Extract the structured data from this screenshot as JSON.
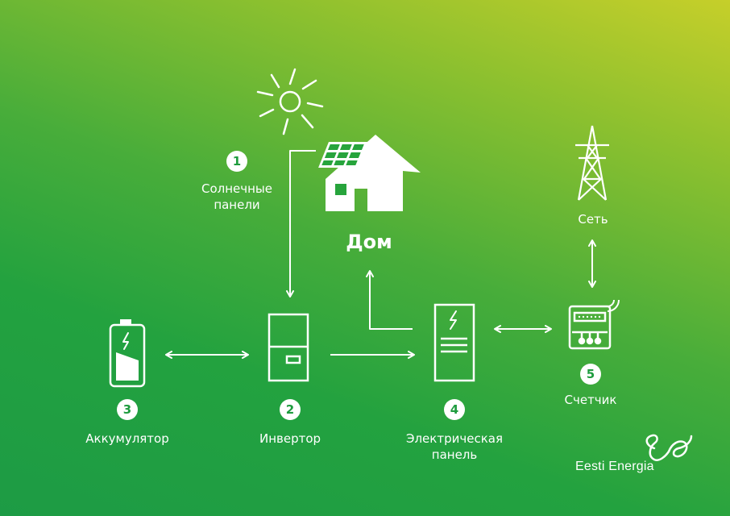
{
  "home_label": "Дом",
  "nodes": [
    {
      "number": "1",
      "label": "Солнечные панели"
    },
    {
      "number": "2",
      "label": "Инвертор"
    },
    {
      "number": "3",
      "label": "Аккумулятор"
    },
    {
      "number": "4",
      "label": "Электрическая панель"
    },
    {
      "number": "5",
      "label": "Счетчик"
    }
  ],
  "grid_label": "Сеть",
  "brand": "Eesti Energia",
  "icons": [
    "sun-icon",
    "house-solar-icon",
    "battery-icon",
    "inverter-icon",
    "electrical-panel-icon",
    "meter-icon",
    "power-tower-icon",
    "eesti-energia-logo"
  ],
  "colors": {
    "stroke": "#ffffff",
    "badge_text": "#1f9c3f"
  }
}
